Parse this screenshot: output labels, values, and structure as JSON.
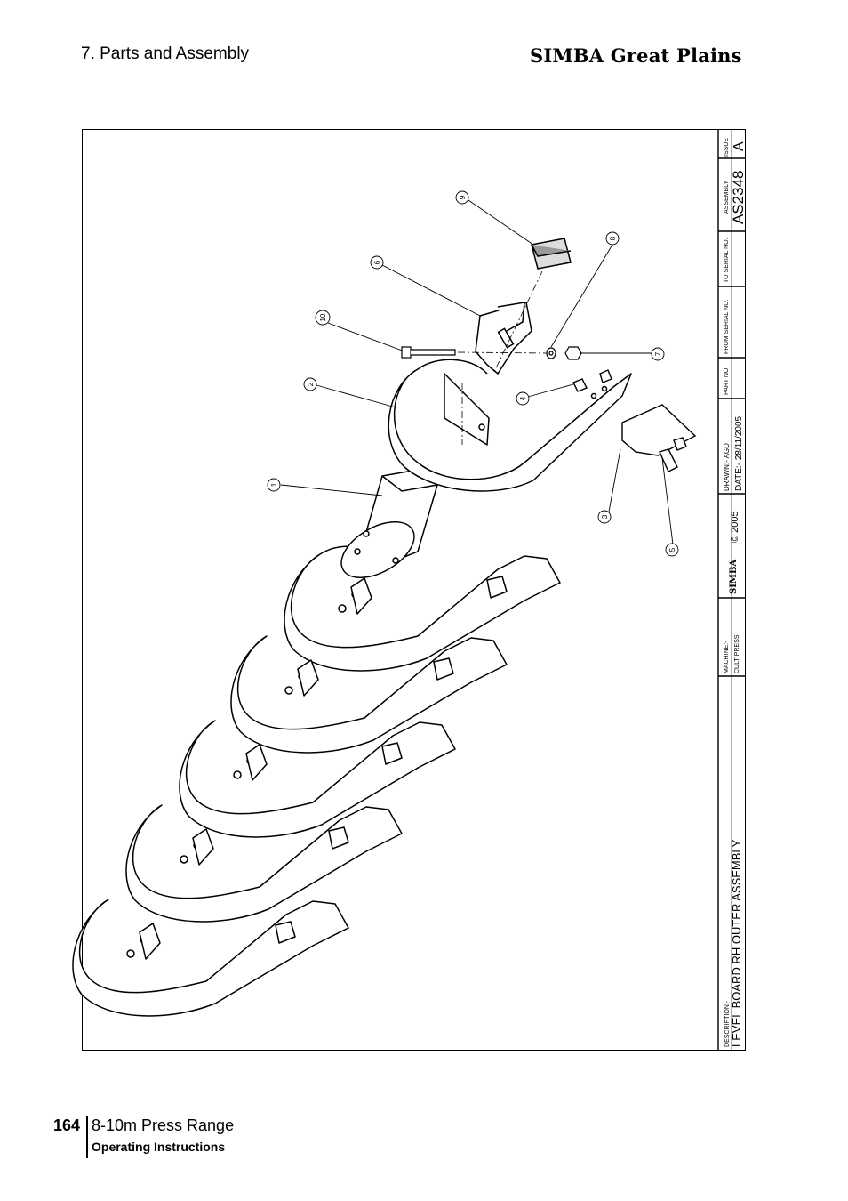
{
  "header": {
    "section": "7. Parts and Assembly",
    "brand": "SIMBA Great Plains"
  },
  "title_block": {
    "issue_label": "ISSUE",
    "issue": "A",
    "assembly_label": "ASSEMBLY",
    "assembly": "AS2348",
    "to_serial_label": "TO SERIAL NO.",
    "from_serial_label": "FROM SERIAL NO.",
    "part_no_label": "PART NO.",
    "drawn": "DRAWN:-  AGD",
    "date": "DATE:-  28/11/2005",
    "copyright": "© 2005",
    "logo": "SIMBA",
    "machine_label": "MACHINE:-",
    "machine": "CULTIPRESS",
    "description_label": "DESCRIPTION:-",
    "description": "LEVEL BOARD RH OUTER ASSEMBLY"
  },
  "callouts": [
    "1",
    "2",
    "3",
    "4",
    "5",
    "6",
    "7",
    "8",
    "9",
    "10"
  ],
  "footer": {
    "page_number": "164",
    "range": "8-10m Press Range",
    "subtitle": "Operating Instructions"
  }
}
